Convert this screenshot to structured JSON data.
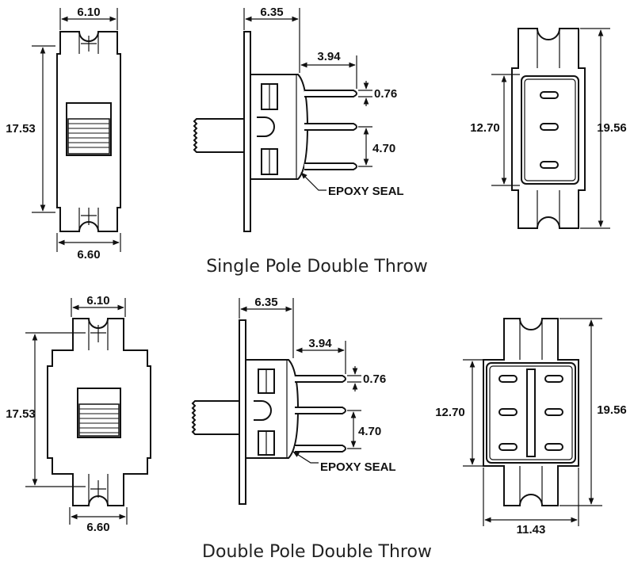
{
  "captions": {
    "single_pole": "Single Pole Double Throw",
    "double_pole": "Double Pole Double Throw"
  },
  "spdt": {
    "front": {
      "top_width": "6.10",
      "height": "17.53",
      "bottom_width": "6.60"
    },
    "side": {
      "depth": "6.35",
      "pin_offset": "3.94",
      "pin_thickness": "0.76",
      "pin_pitch": "4.70",
      "seal_label": "EPOXY SEAL"
    },
    "back": {
      "inner_height": "12.70",
      "outer_height": "19.56"
    }
  },
  "dpdt": {
    "front": {
      "top_width": "6.10",
      "height": "17.53",
      "bottom_width": "6.60"
    },
    "side": {
      "depth": "6.35",
      "pin_offset": "3.94",
      "pin_thickness": "0.76",
      "pin_pitch": "4.70",
      "seal_label": "EPOXY SEAL"
    },
    "back": {
      "inner_height": "12.70",
      "outer_height": "19.56",
      "width": "11.43"
    }
  }
}
